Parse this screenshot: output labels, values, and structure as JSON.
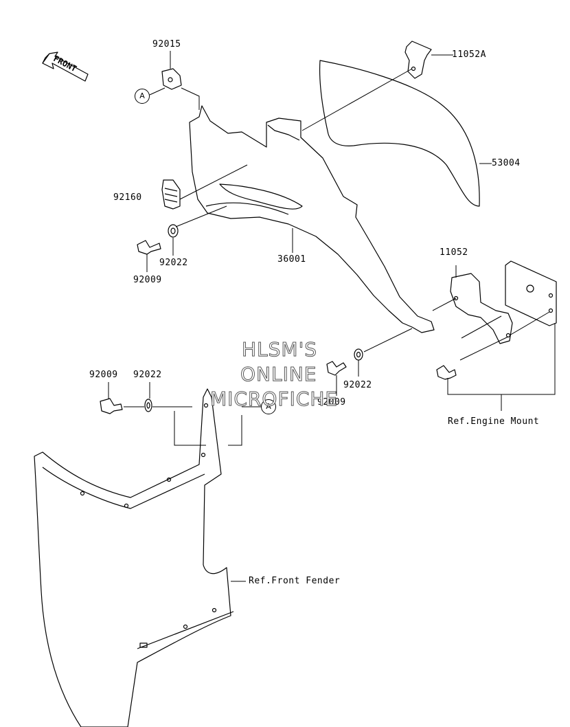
{
  "labels": {
    "p92015": "92015",
    "p11052A": "11052A",
    "p53004": "53004",
    "p92160": "92160",
    "p92022_top": "92022",
    "p92009_top": "92009",
    "p36001": "36001",
    "p11052": "11052",
    "p92022_mid": "92022",
    "p92009_mid": "92009",
    "p92009_left": "92009",
    "p92022_left": "92022",
    "ref_engine_mount": "Ref.Engine Mount",
    "ref_front_fender": "Ref.Front Fender"
  },
  "ref_circles": {
    "a_top": "A",
    "a_mid": "A"
  },
  "front_tag": "FRONT",
  "watermark": {
    "line1": "HLSM'S",
    "line2": "ONLINE",
    "line3": "MICROFICHE"
  }
}
